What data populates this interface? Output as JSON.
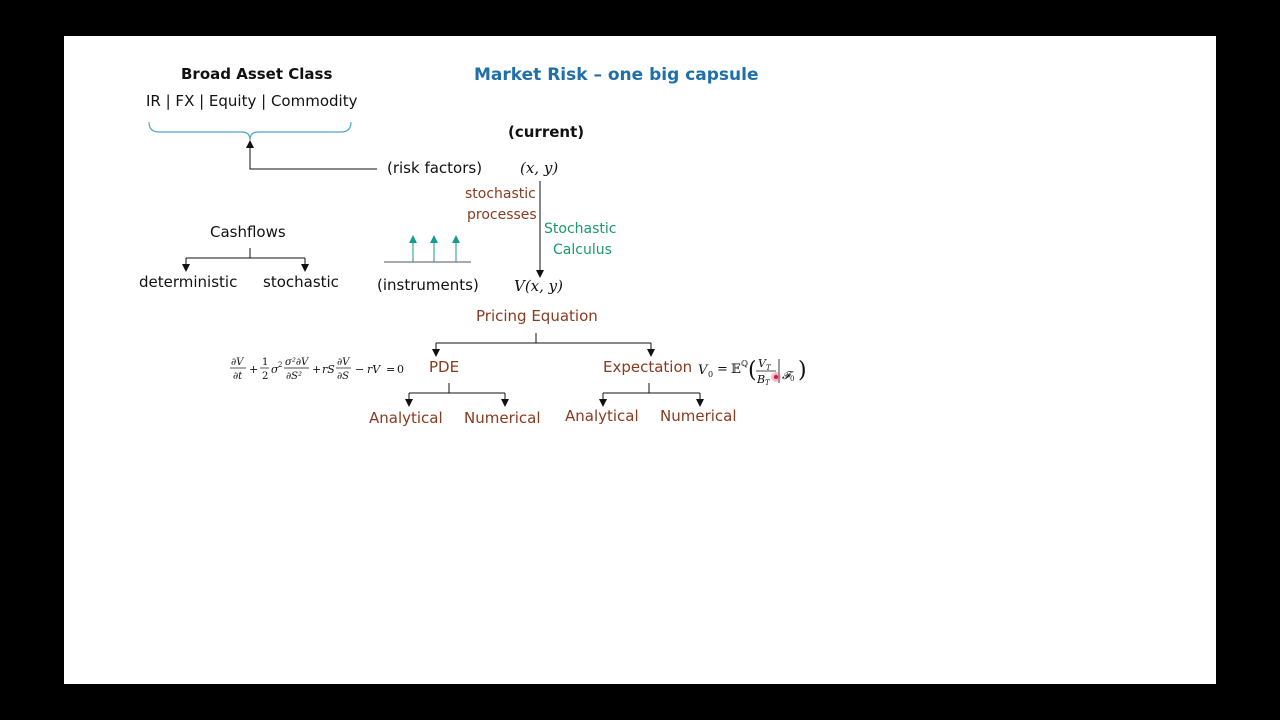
{
  "title": "Market Risk – one big capsule",
  "asset": {
    "heading": "Broad Asset Class",
    "classes": "IR | FX | Equity | Commodity"
  },
  "current_label": "(current)",
  "risk_factors": "(risk factors)",
  "state_vars": "(x, y)",
  "stochastic_processes": [
    "stochastic",
    "processes"
  ],
  "stochastic_calculus": [
    "Stochastic",
    "Calculus"
  ],
  "value_func": "V(x, y)",
  "cashflows": {
    "root": "Cashflows",
    "left": "deterministic",
    "right": "stochastic"
  },
  "instruments": "(instruments)",
  "pricing_equation": "Pricing Equation",
  "pde": {
    "label": "PDE",
    "left": "Analytical",
    "right": "Numerical",
    "formula": "∂V/∂t + ½σ²S²∂²V/∂S² + rS∂V/∂S − rV = 0"
  },
  "expectation": {
    "label": "Expectation",
    "left": "Analytical",
    "right": "Numerical",
    "formula": "V0 = EQ(VT/BT | F0)"
  },
  "colors": {
    "title": "#1f6fa8",
    "brown": "#8a3a1e",
    "green": "#1a9a6a",
    "instrument_arrows": "#1a9a8a",
    "brace": "#4aa8c4"
  }
}
